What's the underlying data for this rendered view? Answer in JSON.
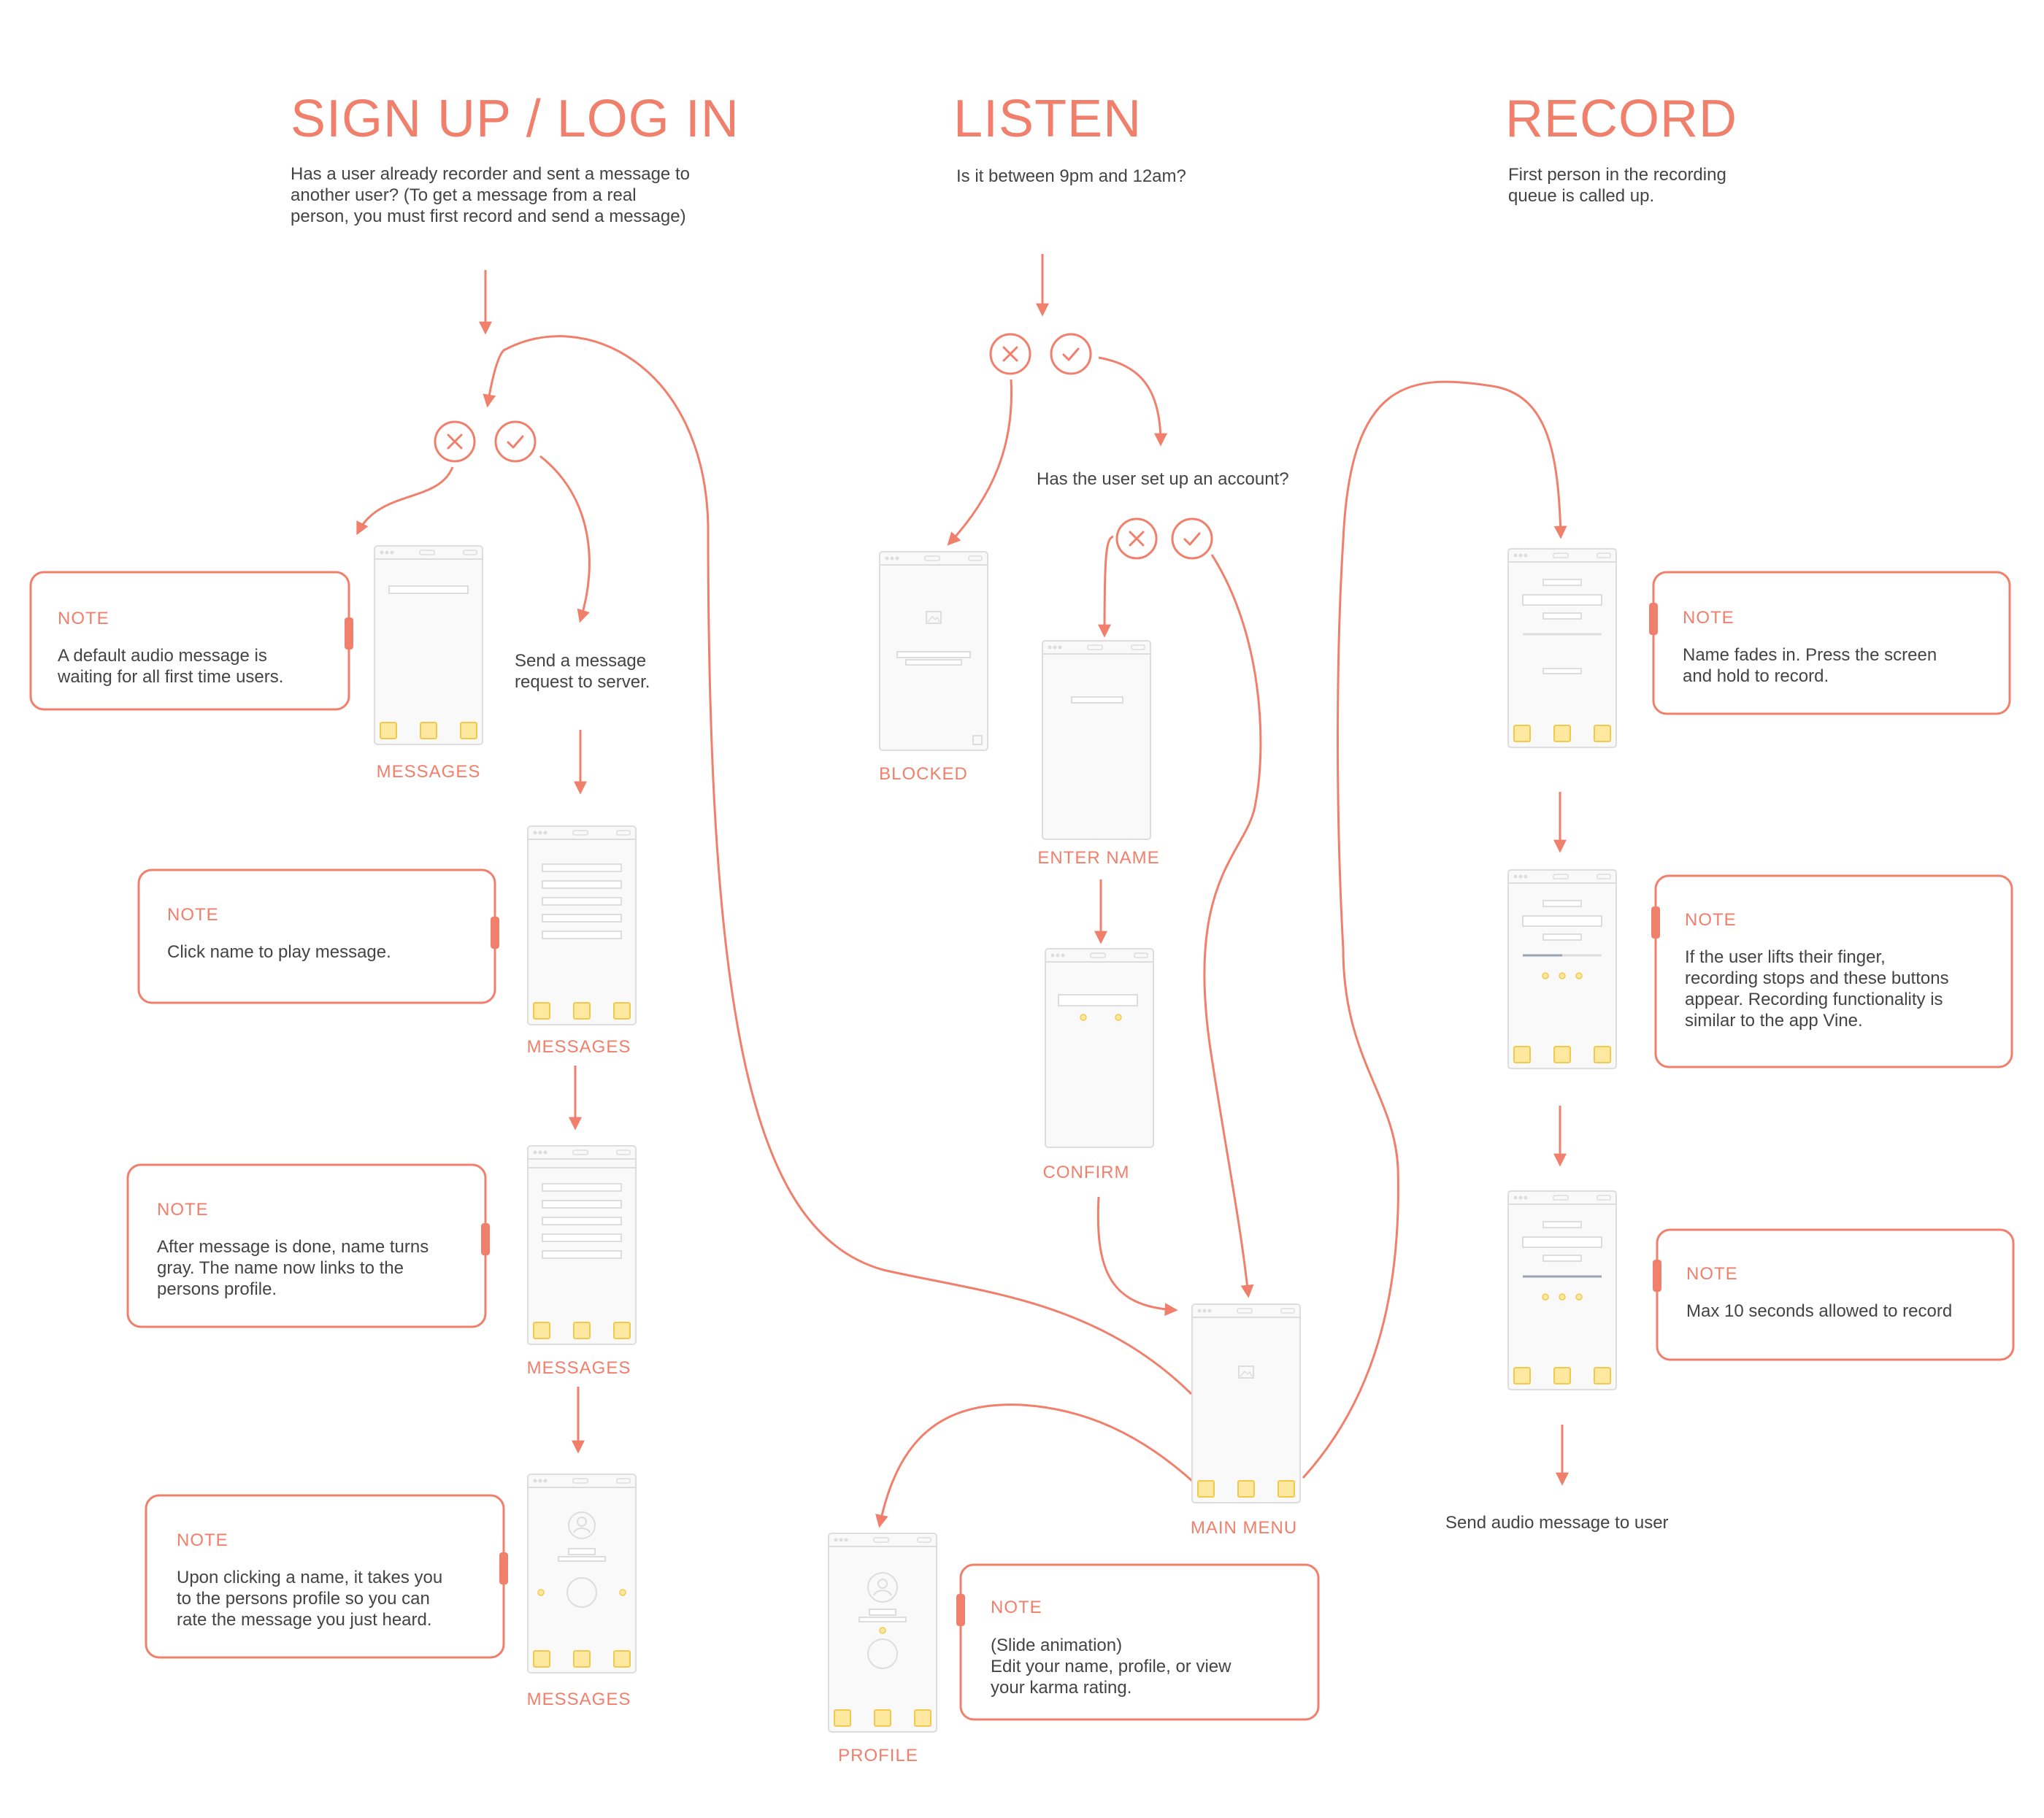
{
  "sections": {
    "signup": {
      "title": "SIGN UP / LOG IN",
      "question": [
        "Has a user already recorder and sent a message to",
        "another user? (To get a message from a real",
        "person, you must first record and send a message)"
      ]
    },
    "listen": {
      "title": "LISTEN",
      "question": [
        "Is it between 9pm and 12am?"
      ],
      "second_question": "Has the user set up an account?"
    },
    "record": {
      "title": "RECORD",
      "question": [
        "First person in the recording",
        "queue is called up."
      ],
      "end_text": "Send audio message to user"
    }
  },
  "signup_flow": {
    "send_request": [
      "Send a message",
      "request to server."
    ]
  },
  "screens": {
    "messages_1": "MESSAGES",
    "messages_2": "MESSAGES",
    "messages_3": "MESSAGES",
    "messages_4": "MESSAGES",
    "blocked": "BLOCKED",
    "enter_name": "ENTER NAME",
    "confirm": "CONFIRM",
    "main_menu": "MAIN MENU",
    "profile": "PROFILE"
  },
  "notes": {
    "head": "NOTE",
    "default_audio": [
      "A default audio message is",
      "waiting for all first time users."
    ],
    "click_name": [
      "Click name to play message."
    ],
    "name_gray": [
      "After message is done, name turns",
      "gray. The name now links to the",
      "persons profile."
    ],
    "clicking_name": [
      "Upon clicking a name, it takes you",
      "to the persons profile so you can",
      "rate the message you just heard."
    ],
    "slide_animation": [
      "(Slide animation)",
      "Edit your name, profile, or view",
      "your karma rating."
    ],
    "name_fades": [
      "Name fades in. Press the screen",
      "and hold to record."
    ],
    "lifts_finger": [
      "If the user lifts their finger,",
      "recording stops and these buttons",
      "appear. Recording functionality is",
      "similar to the app Vine."
    ],
    "max_seconds": [
      "Max 10 seconds allowed to record"
    ]
  },
  "icons": {
    "no": "x-icon",
    "yes": "check-icon",
    "profile": "user-avatar-icon",
    "image": "image-placeholder-icon"
  },
  "colors": {
    "accent": "#F07F6B",
    "button": "#FFE9A0",
    "text": "#444444",
    "frame": "#DDDDDD"
  }
}
